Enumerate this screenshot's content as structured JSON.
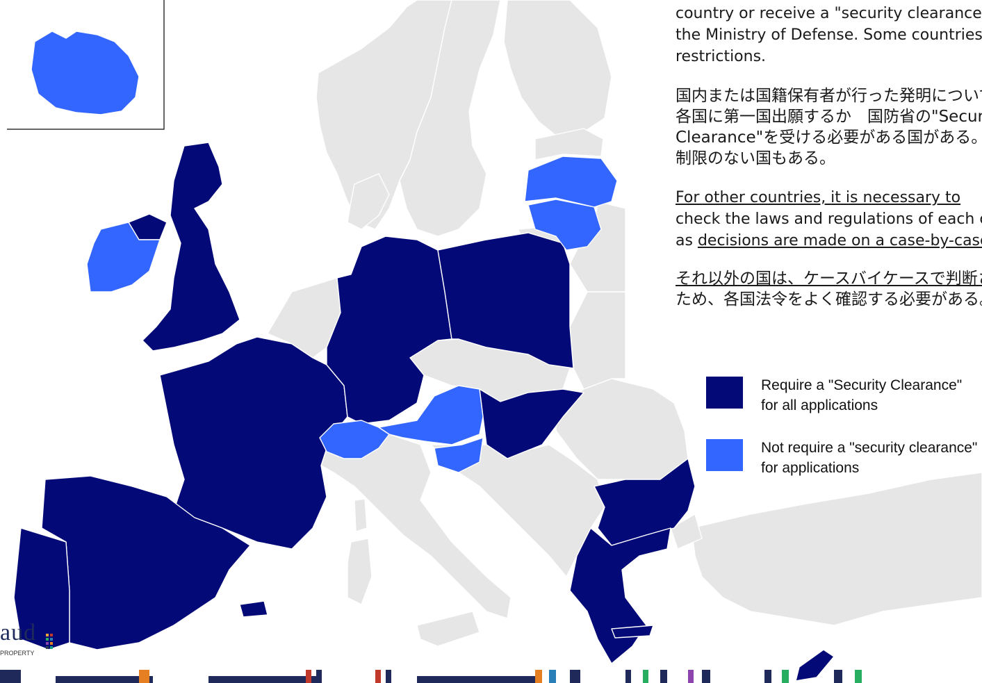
{
  "text": {
    "para1_lines": [
      "country or receive a \"security clearance\" from",
      "the Ministry of Defense. Some countries have no",
      "restrictions."
    ],
    "para2_lines": [
      "国内または国籍保有者が行った発明について、",
      "各国に第一国出願するか　国防省の\"Security",
      "Clearance\"を受ける必要がある国がある。",
      "制限のない国もある。"
    ],
    "para3_line1": "For other countries, it is necessary to",
    "para3_line2": "check the laws and regulations of each country",
    "para3_line3_prefix": "as ",
    "para3_line3_underlined": "decisions are made on a case-by-case basis.",
    "para4_line1": "それ以外の国は、ケースバイケースで判断される",
    "para4_line2": "ため、各国法令をよく確認する必要がある。"
  },
  "legend": {
    "items": [
      {
        "line1": "Require a \"Security Clearance\"",
        "line2": "for all applications",
        "color": "#030a77"
      },
      {
        "line1": "Not require a \"security clearance\"",
        "line2": "for applications",
        "color": "#3366ff"
      }
    ]
  },
  "map": {
    "colors": {
      "require": "#030a77",
      "not_require": "#3366ff",
      "other": "#e6e6e6",
      "border": "#ffffff"
    },
    "require_countries": [
      "United Kingdom",
      "Northern Ireland",
      "France",
      "Spain",
      "Portugal",
      "Germany",
      "Poland",
      "Hungary",
      "Bulgaria",
      "Greece",
      "Cyprus"
    ],
    "not_require_countries": [
      "Iceland",
      "Ireland",
      "Switzerland",
      "Liechtenstein",
      "Austria",
      "Slovenia",
      "Latvia",
      "Lithuania"
    ]
  },
  "logo": {
    "word": "aud",
    "sub": "PROPERTY"
  }
}
